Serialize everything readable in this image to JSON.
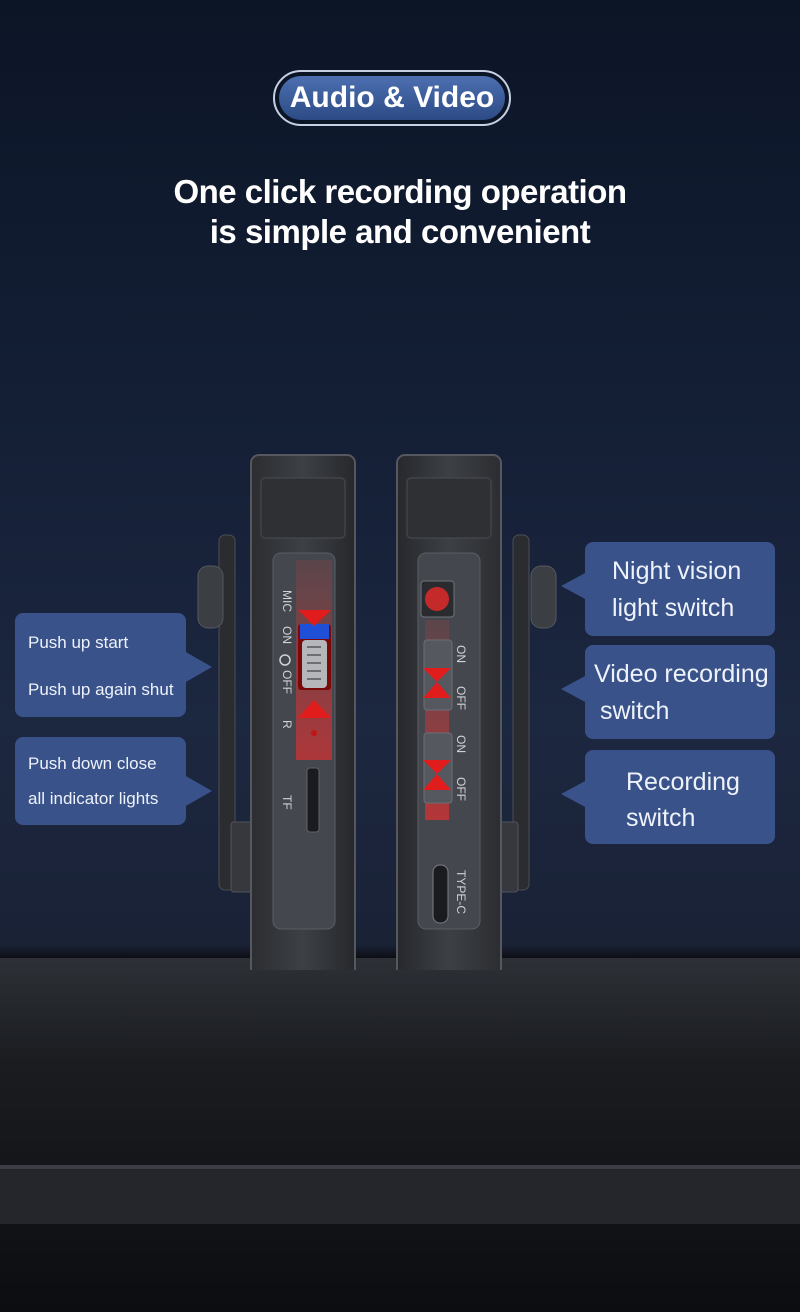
{
  "badge": {
    "label": "Audio & Video"
  },
  "headline": {
    "line1": "One click recording operation",
    "line2": "is simple and convenient"
  },
  "callouts": {
    "left_top": {
      "line1": "Push up start",
      "line2": "Push up again shut"
    },
    "left_bottom": {
      "line1": "Push down close",
      "line2": "all indicator lights"
    },
    "night_vision": {
      "line1": "Night vision",
      "line2": "light switch"
    },
    "video_recording": {
      "line1": "Video recording",
      "line2": "switch"
    },
    "recording": {
      "line1": "Recording",
      "line2": "switch"
    }
  },
  "device_left": {
    "mic_label": "MIC",
    "on_label": "ON",
    "off_label": "OFF",
    "r_label": "R",
    "tf_label": "TF"
  },
  "device_right": {
    "on_label_1": "ON",
    "off_label_1": "OFF",
    "on_label_2": "ON",
    "off_label_2": "OFF",
    "type_c_label": "TYPE-C"
  },
  "colors": {
    "callout_bg": "#39528a",
    "badge_bg": "#2c4b86",
    "arrow_red": "#e01c1c",
    "switch_blue": "#1f4fd6"
  }
}
